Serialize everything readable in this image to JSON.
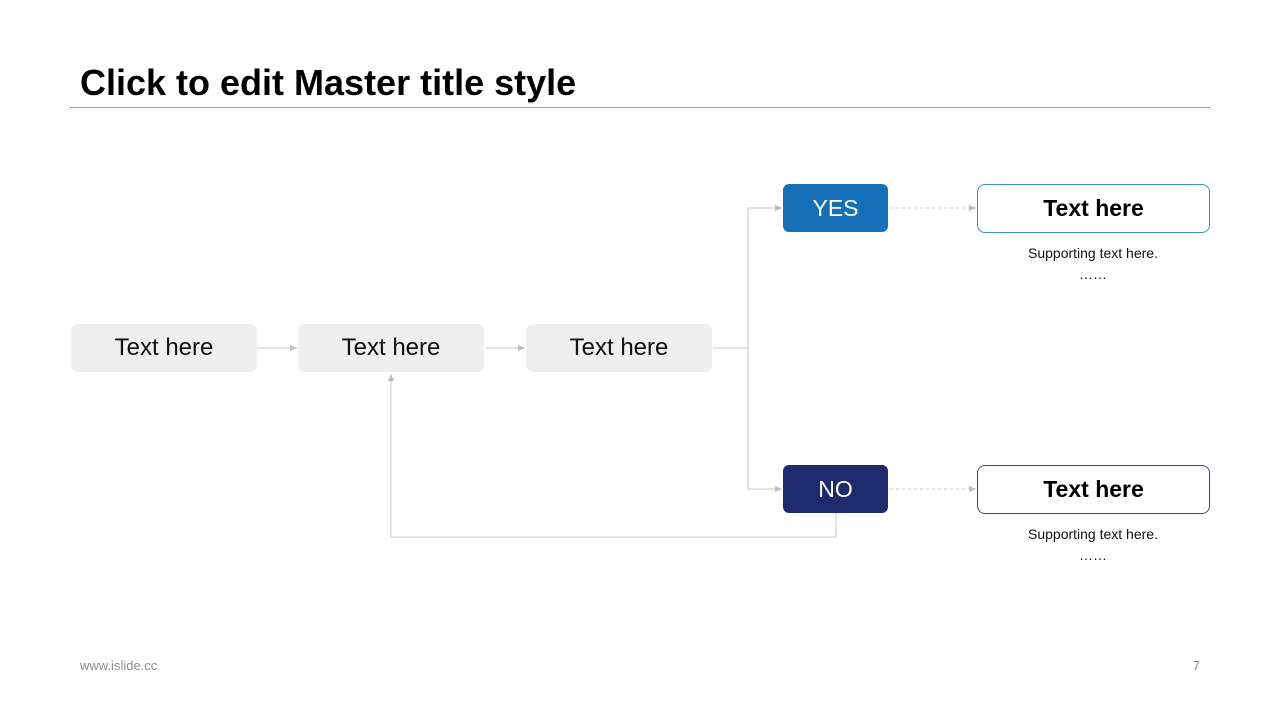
{
  "slide": {
    "title": "Click to edit Master title style",
    "footer_url": "www.islide.cc",
    "page_number": "7"
  },
  "flow": {
    "steps": [
      {
        "label": "Text here"
      },
      {
        "label": "Text here"
      },
      {
        "label": "Text here"
      }
    ],
    "decision_yes": {
      "label": "YES",
      "color": "#1570b8"
    },
    "decision_no": {
      "label": "NO",
      "color": "#1d2a6e"
    },
    "outcome_yes": {
      "title": "Text here",
      "support": "Supporting text here.",
      "ellipsis": "……",
      "border_color": "#3f8ecf"
    },
    "outcome_no": {
      "title": "Text here",
      "support": "Supporting text here.",
      "ellipsis": "……",
      "border_color": "#3c4a8c"
    }
  },
  "colors": {
    "step_fill": "#efefef",
    "connector": "#c8c8c8",
    "title_rule": "#a6a6a6"
  }
}
